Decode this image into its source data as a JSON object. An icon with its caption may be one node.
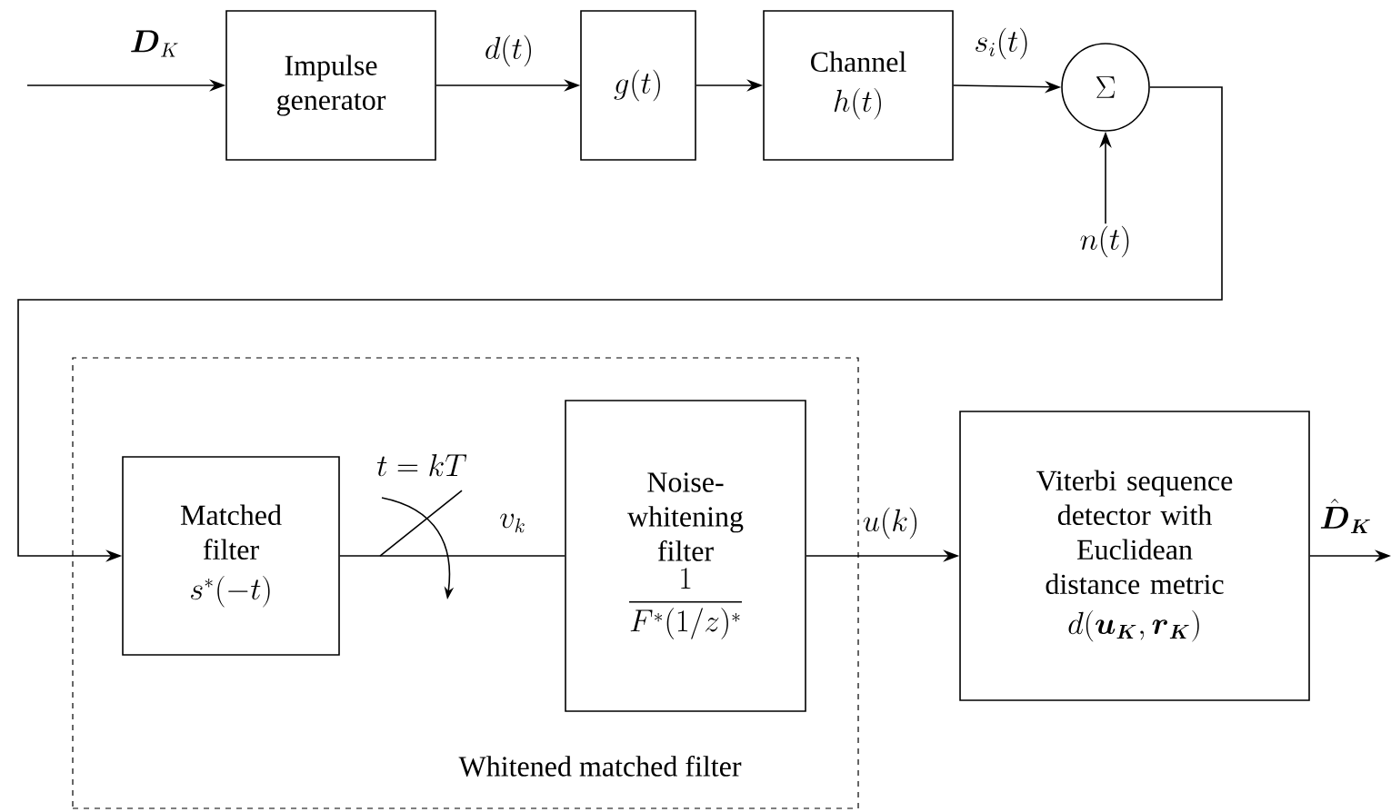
{
  "diagram": {
    "nodes": [
      {
        "text": [
          "Impulse generator"
        ]
      },
      {
        "text": [
          "g(t)"
        ]
      },
      {
        "text": [
          "Channel",
          "h(t)"
        ]
      },
      {
        "text": [
          "\\Sigma"
        ]
      },
      {
        "text": [
          "Whitened matched filter"
        ]
      },
      {
        "text": [
          "Matched filter",
          "s^{*}(-t)"
        ],
        "in": 4
      },
      {
        "text": [
          "Noise-whitening filter",
          "\\frac{1}{F^{*}(1/z)^{*}}"
        ],
        "in": 4
      },
      {
        "text": [
          "Viterbi sequence detector with Euclidean distance metric",
          "d(\\boldsymbol{u}_{\\boldsymbol{K}}, \\boldsymbol{r}_{\\boldsymbol{K}})"
        ]
      },
      {
        "text": [
          "n(t)"
        ]
      }
    ],
    "edges": [
      {
        "from": null,
        "to": 0,
        "arrow": "to",
        "label": "\\boldsymbol{D}_K"
      },
      {
        "from": 0,
        "to": 1,
        "arrow": "to",
        "label": "d(t)"
      },
      {
        "from": 1,
        "to": 2,
        "arrow": "to"
      },
      {
        "from": 2,
        "to": 3,
        "arrow": "to",
        "label": "s_i(t)"
      },
      {
        "from": 8,
        "to": 3,
        "arrow": "to"
      },
      {
        "from": 3,
        "to": 5,
        "arrow": "to"
      },
      {
        "from": 5,
        "to": 6,
        "arrow": "none",
        "label": "v_k"
      },
      {
        "from": 6,
        "to": 7,
        "arrow": "to",
        "label": "u(k)"
      },
      {
        "from": 7,
        "to": null,
        "arrow": "to",
        "label": "\\hat{\\boldsymbol{D}}_{\\boldsymbol{K}}"
      }
    ],
    "labels": [
      "t = kT"
    ]
  }
}
